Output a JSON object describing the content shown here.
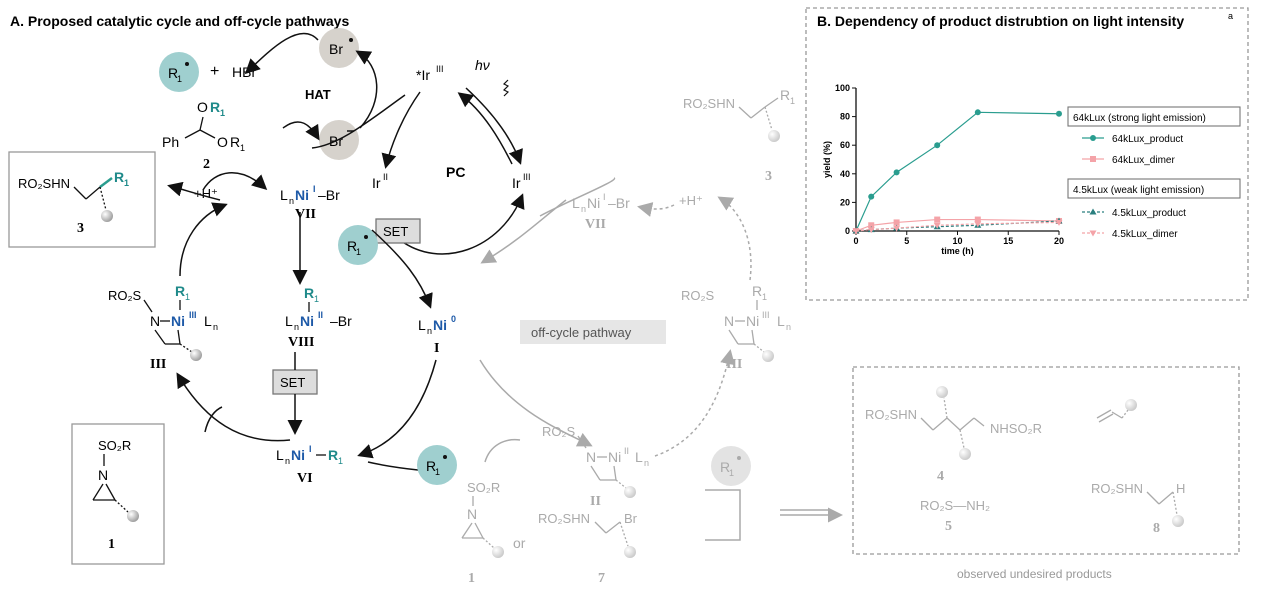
{
  "panel_a": {
    "title": "A. Proposed catalytic cycle and off-cycle pathways",
    "hat": "HAT",
    "pc": "PC",
    "hv": "hν",
    "ir_star": "*Ir",
    "ir_sup3": "III",
    "ir_sup2": "II",
    "plus": "+",
    "hbr": "HBr",
    "h_plus": "+H⁺",
    "set": "SET",
    "br": "Br",
    "off_cycle": "off-cycle pathway",
    "or": "or",
    "ph": "Ph",
    "r1": "R",
    "r1_sub": "1",
    "o": "O",
    "rso2shn": "RO₂SHN",
    "ro2s": "RO₂S",
    "so2r": "SO₂R",
    "n": "N",
    "ln": "L",
    "ni": "Ni",
    "numbers": {
      "c1": "1",
      "c2": "2",
      "c3": "3",
      "c4": "4",
      "c5": "5",
      "c7": "7",
      "c8": "8"
    },
    "romans": {
      "I": "I",
      "II": "II",
      "III": "III",
      "VI": "VI",
      "VII": "VII",
      "VIII": "VIII"
    },
    "oxidation": {
      "zero": "0",
      "one": "I",
      "two": "II",
      "three": "III"
    },
    "nhso2r": "NHSO₂R",
    "ro2s_nh2": "RO₂S—NH₂",
    "h": "H",
    "undesired": "observed undesired products"
  },
  "panel_b": {
    "title": "B. Dependency of product distrubtion on light intensity",
    "title_sup": "a",
    "legend_group1": "64kLux (strong light emission)",
    "legend_group2": "4.5kLux (weak light emission)"
  },
  "chart_data": {
    "type": "line",
    "xlabel": "time (h)",
    "ylabel": "yield (%)",
    "xlim": [
      0,
      20
    ],
    "ylim": [
      0,
      100
    ],
    "xticks": [
      0,
      5,
      10,
      15,
      20
    ],
    "yticks": [
      0,
      20,
      40,
      60,
      80,
      100
    ],
    "grid": false,
    "legend_position": "right",
    "series": [
      {
        "name": "64kLux_product",
        "color": "#2a9d8f",
        "marker": "circle",
        "dash": false,
        "x": [
          0,
          1.5,
          4,
          8,
          12,
          20
        ],
        "values": [
          0,
          24,
          41,
          60,
          83,
          82
        ]
      },
      {
        "name": "64kLux_dimer",
        "color": "#f4a3a8",
        "marker": "square",
        "dash": false,
        "x": [
          0,
          1.5,
          4,
          8,
          12,
          20
        ],
        "values": [
          0,
          4,
          6,
          8,
          8,
          7
        ]
      },
      {
        "name": "4.5kLux_product",
        "color": "#2a7f7f",
        "marker": "triangle-up",
        "dash": true,
        "x": [
          0,
          1.5,
          4,
          8,
          12,
          20
        ],
        "values": [
          0,
          1,
          2,
          3,
          4,
          7
        ]
      },
      {
        "name": "4.5kLux_dimer",
        "color": "#f4a3a8",
        "marker": "triangle-down",
        "dash": true,
        "x": [
          0,
          1.5,
          4,
          8,
          12,
          20
        ],
        "values": [
          0,
          1,
          2,
          4,
          5,
          6
        ]
      }
    ]
  }
}
